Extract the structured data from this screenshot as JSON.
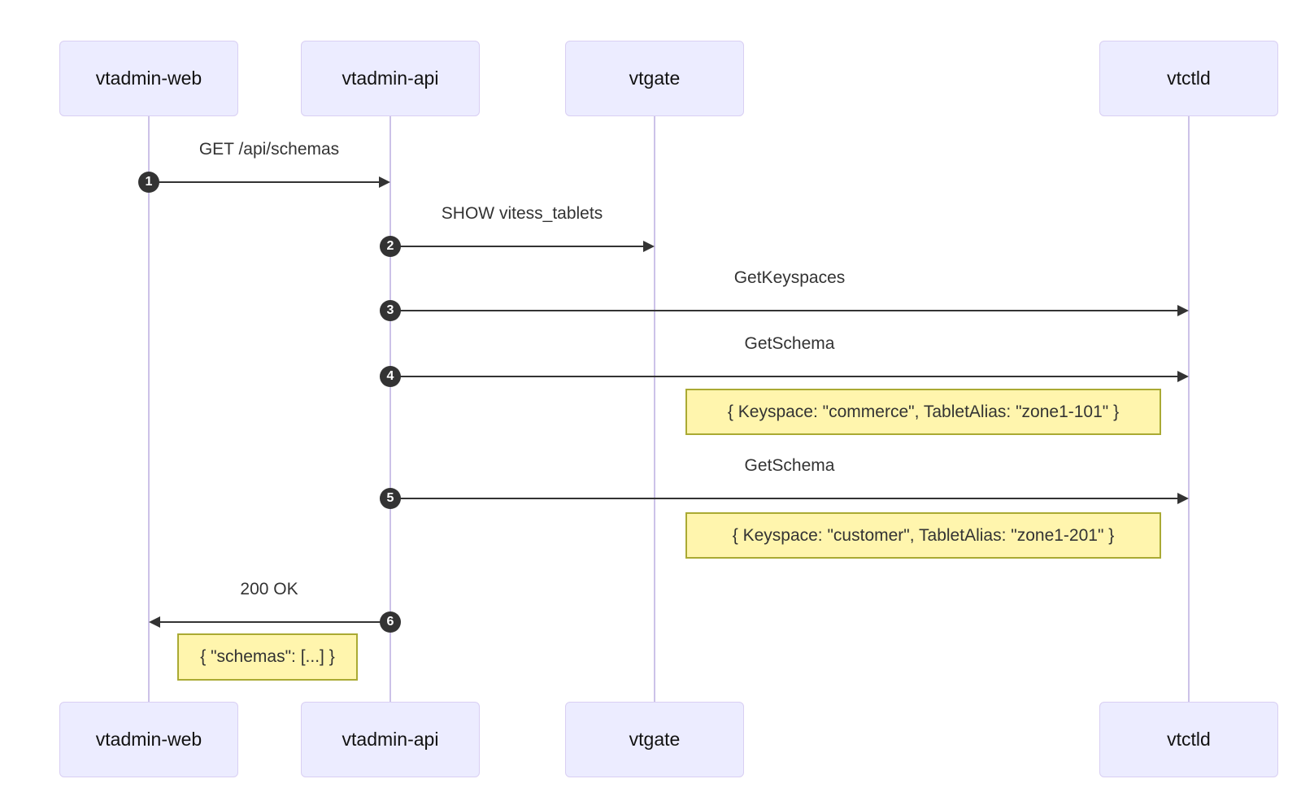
{
  "diagram_type": "sequence-diagram",
  "colors": {
    "background": "#ffffff",
    "actor_fill": "#ECECFF",
    "actor_border": "#D9CFF3",
    "lifeline": "#CCC2E8",
    "arrow": "#333333",
    "badge_fill": "#333333",
    "badge_text": "#ffffff",
    "note_fill": "#FFF5AD",
    "note_border": "#AAAA33",
    "label_text": "#333333"
  },
  "actors": [
    {
      "label": "vtadmin-web"
    },
    {
      "label": "vtadmin-api"
    },
    {
      "label": "vtgate"
    },
    {
      "label": "vtctld"
    }
  ],
  "messages": [
    {
      "seq": "1",
      "label": "GET /api/schemas",
      "from": "vtadmin-web",
      "to": "vtadmin-api"
    },
    {
      "seq": "2",
      "label": "SHOW vitess_tablets",
      "from": "vtadmin-api",
      "to": "vtgate"
    },
    {
      "seq": "3",
      "label": "GetKeyspaces",
      "from": "vtadmin-api",
      "to": "vtctld"
    },
    {
      "seq": "4",
      "label": "GetSchema",
      "from": "vtadmin-api",
      "to": "vtctld"
    },
    {
      "seq": "5",
      "label": "GetSchema",
      "from": "vtadmin-api",
      "to": "vtctld"
    },
    {
      "seq": "6",
      "label": "200 OK",
      "from": "vtadmin-api",
      "to": "vtadmin-web"
    }
  ],
  "notes": [
    {
      "text": "{ Keyspace: \"commerce\", TabletAlias: \"zone1-101\" }",
      "attached_after_message": "4"
    },
    {
      "text": "{ Keyspace: \"customer\", TabletAlias: \"zone1-201\" }",
      "attached_after_message": "5"
    },
    {
      "text": "{ \"schemas\": [...] }",
      "attached_after_message": "6"
    }
  ]
}
